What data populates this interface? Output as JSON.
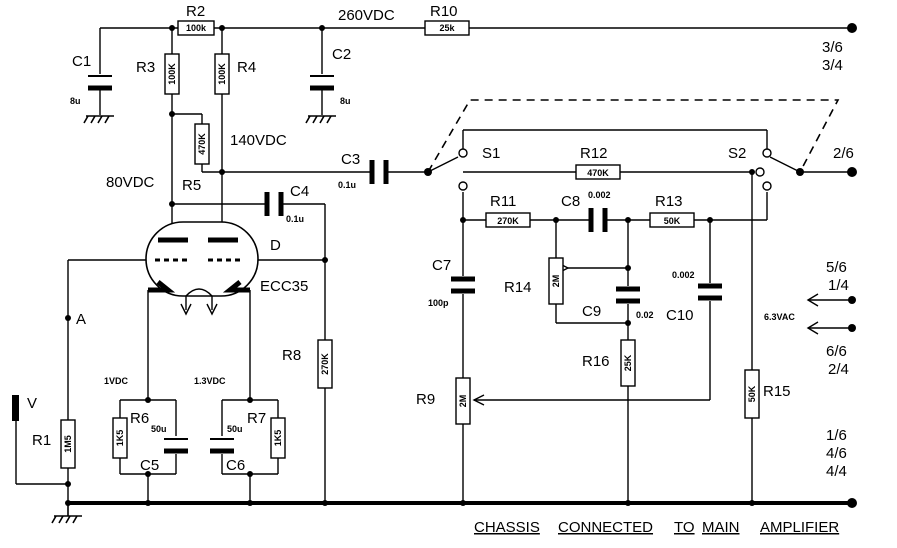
{
  "labels": {
    "r1": "R1",
    "r2": "R2",
    "r3": "R3",
    "r4": "R4",
    "r5": "R5",
    "r6": "R6",
    "r7": "R7",
    "r8": "R8",
    "r9": "R9",
    "r10": "R10",
    "r11": "R11",
    "r12": "R12",
    "r13": "R13",
    "r14": "R14",
    "r15": "R15",
    "r16": "R16",
    "c1": "C1",
    "c2": "C2",
    "c3": "C3",
    "c4": "C4",
    "c5": "C5",
    "c6": "C6",
    "c7": "C7",
    "c8": "C8",
    "c9": "C9",
    "c10": "C10",
    "s1": "S1",
    "s2": "S2",
    "tube": "ECC35",
    "point_a": "A",
    "point_d": "D",
    "input_v": "V"
  },
  "values": {
    "r1": "1M5",
    "r2": "100k",
    "r3": "100K",
    "r4": "100K",
    "r5": "470K",
    "r6": "1K5",
    "r7": "1K5",
    "r8": "270K",
    "r9": "2M",
    "r10": "25k",
    "r11": "270K",
    "r12": "470K",
    "r13": "50K",
    "r14": "2M",
    "r15": "50K",
    "r16": "25K",
    "c1": "8u",
    "c2": "8u",
    "c3": "0.1u",
    "c4": "0.1u",
    "c5": "50u",
    "c6": "50u",
    "c7": "100p",
    "c8": "0.002",
    "c9": "0.02",
    "c10": "0.002"
  },
  "voltages": {
    "supply": "260VDC",
    "mid": "140VDC",
    "plate": "80VDC",
    "cathode1": "1VDC",
    "cathode2": "1.3VDC",
    "heater": "6.3VAC"
  },
  "pins": {
    "supply_a": "3/6",
    "supply_b": "3/4",
    "output": "2/6",
    "heater_top_a": "5/6",
    "heater_top_b": "1/4",
    "heater_bot_a": "6/6",
    "heater_bot_b": "2/4",
    "ground_a": "1/6",
    "ground_b": "4/6",
    "ground_c": "4/4"
  },
  "footer": {
    "words": [
      "CHASSIS",
      "CONNECTED",
      "TO",
      "MAIN",
      "AMPLIFIER"
    ]
  }
}
